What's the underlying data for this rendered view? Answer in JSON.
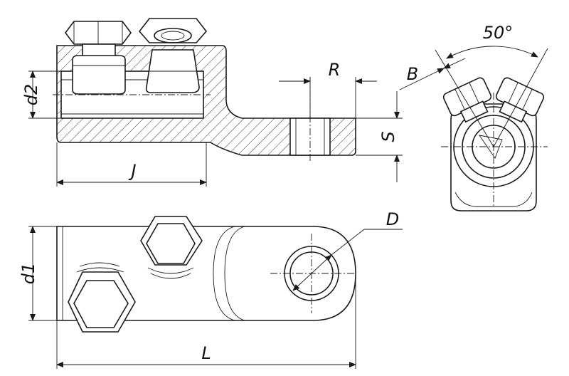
{
  "drawing": {
    "subject": "cable-lug",
    "labels": {
      "d2": "d2",
      "j": "J",
      "r": "R",
      "s": "S",
      "b": "B",
      "angle": "50°",
      "d1": "d1",
      "d": "D",
      "l": "L"
    },
    "colors": {
      "line": "#1a1a1a",
      "background": "#ffffff"
    }
  }
}
